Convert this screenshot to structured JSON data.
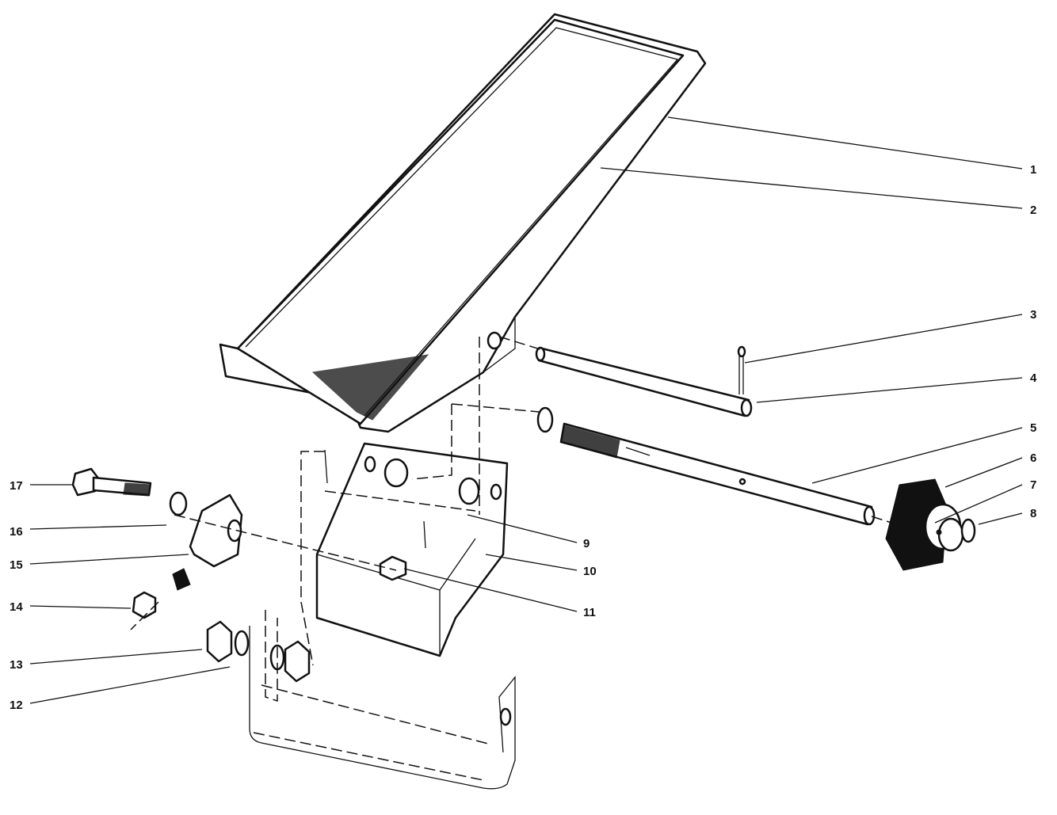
{
  "diagram": {
    "type": "exploded-parts-diagram",
    "callouts": [
      "1",
      "2",
      "3",
      "4",
      "5",
      "6",
      "7",
      "8",
      "9",
      "10",
      "11",
      "12",
      "13",
      "14",
      "15",
      "16",
      "17"
    ],
    "colors": {
      "line": "#111111",
      "background": "#ffffff"
    }
  }
}
